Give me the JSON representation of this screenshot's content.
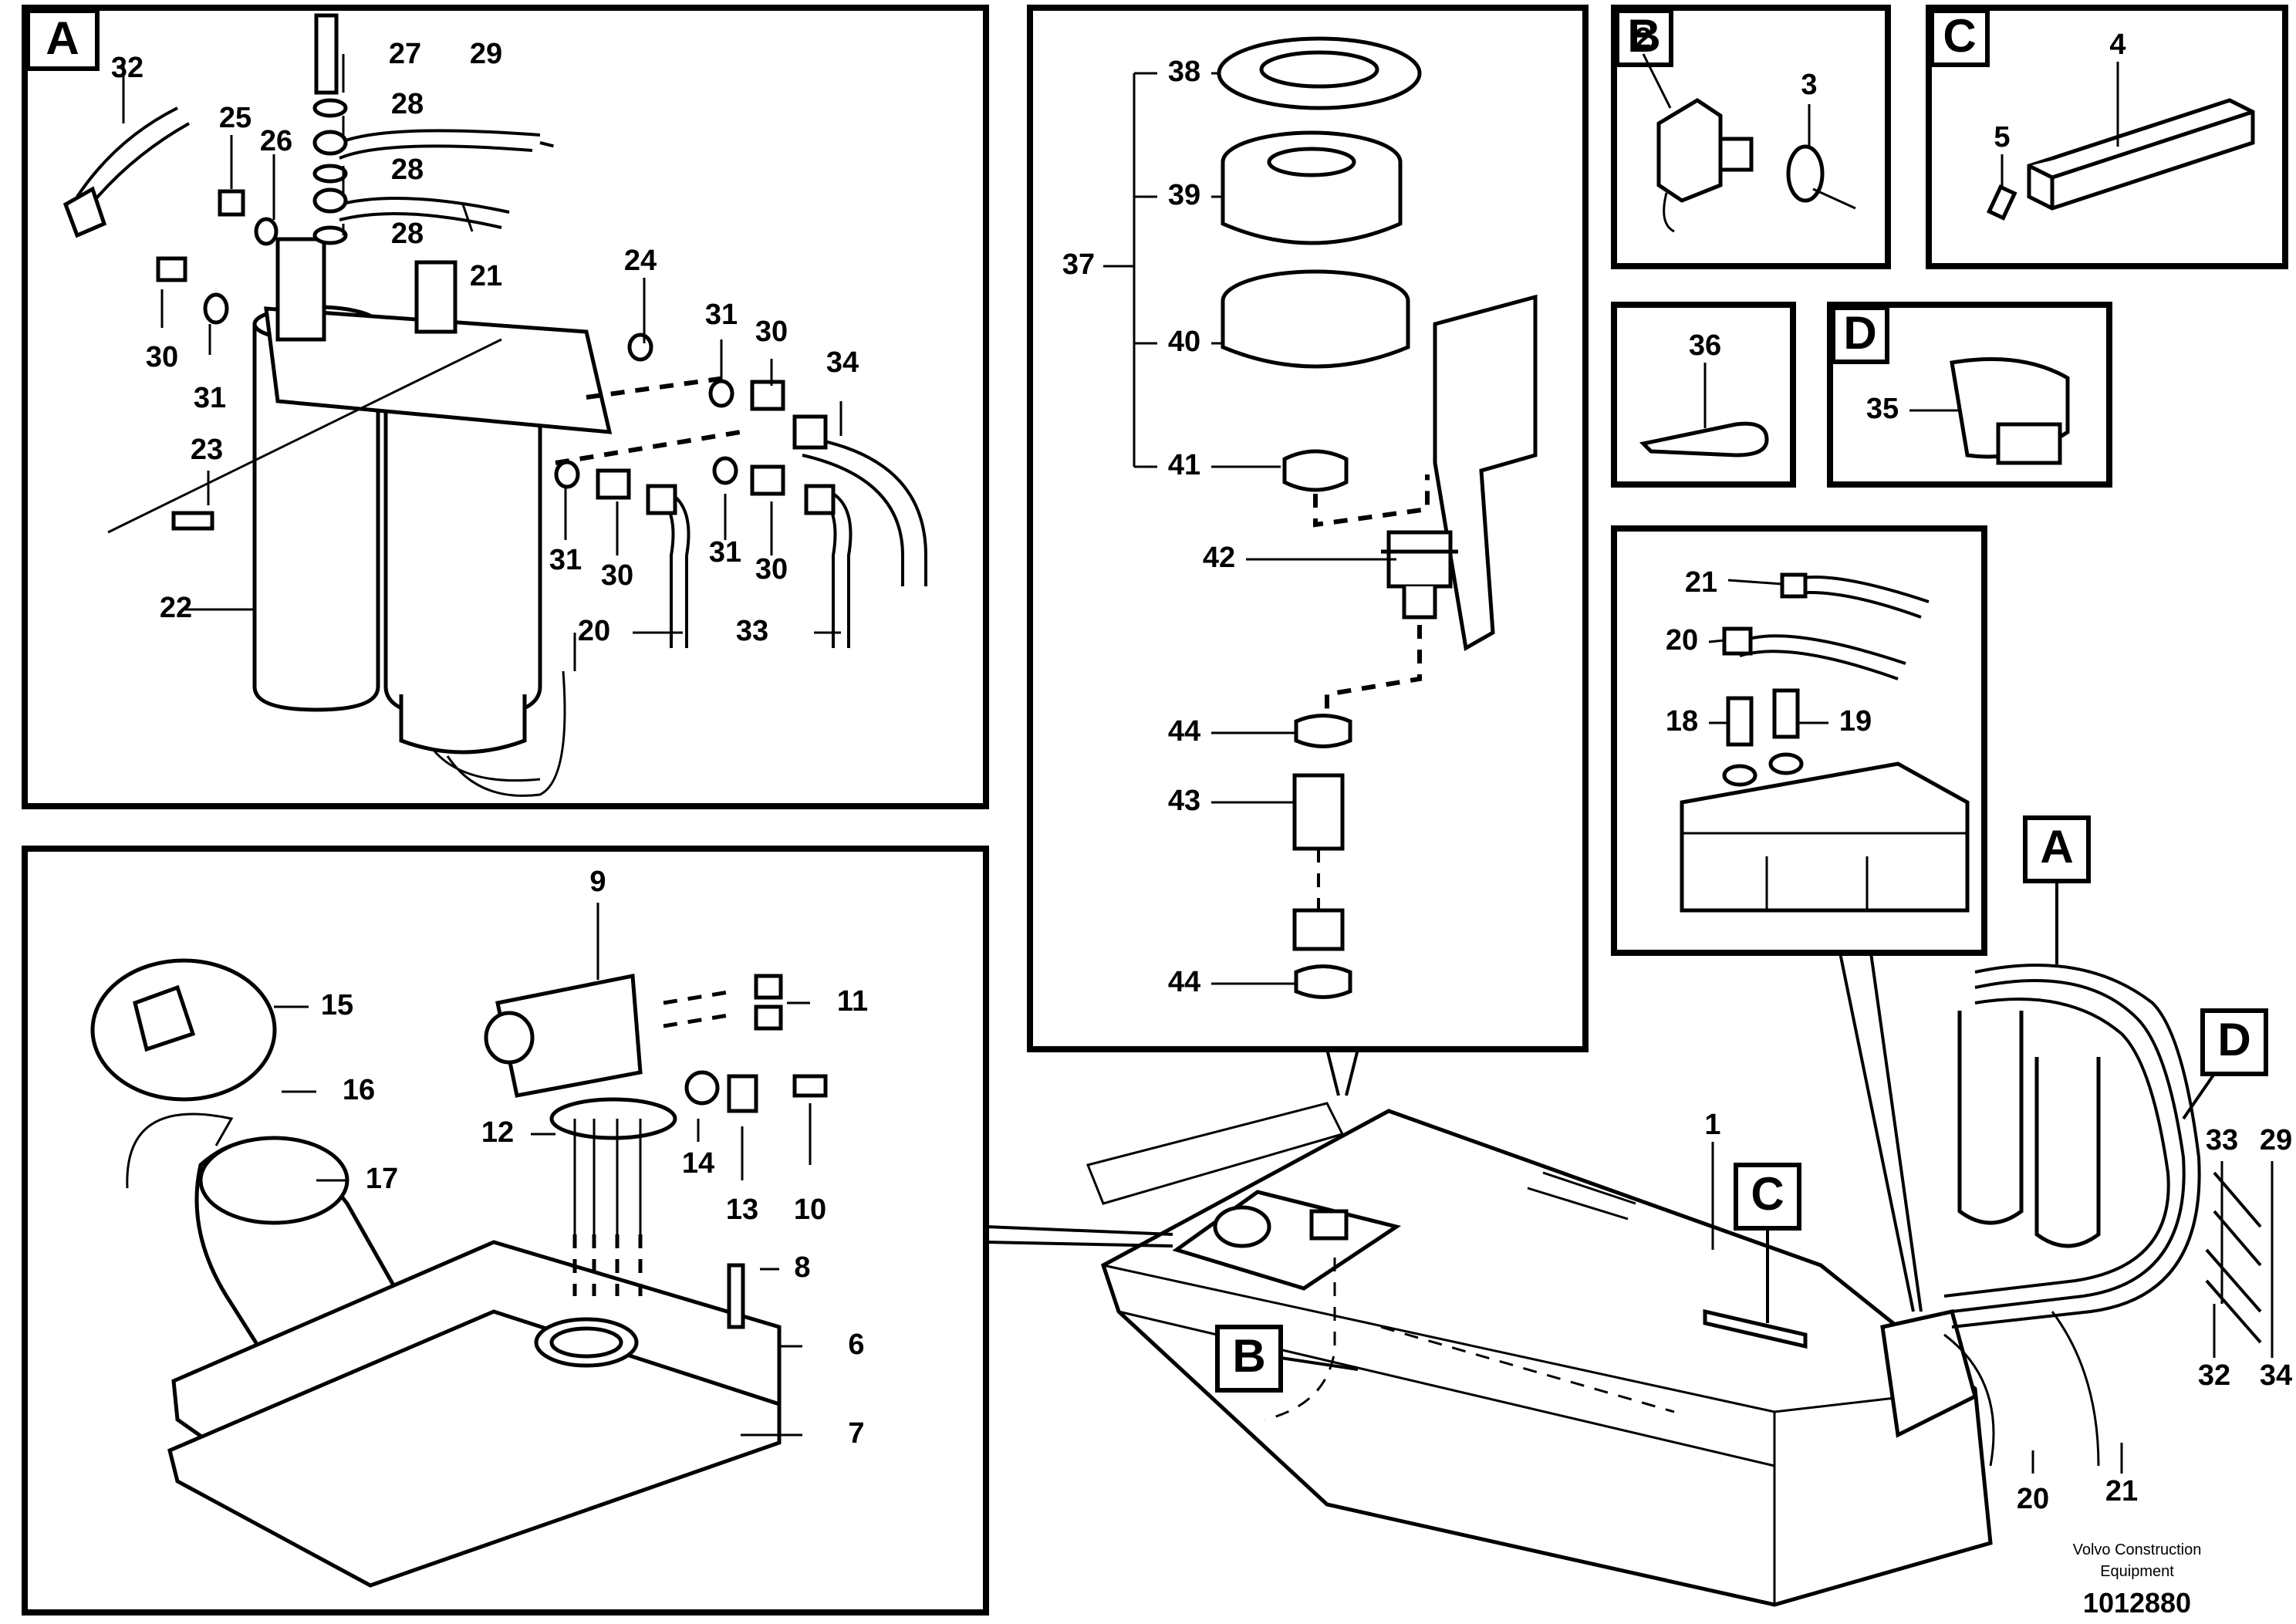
{
  "sections": {
    "A": "A",
    "B": "B",
    "C": "C",
    "D": "D"
  },
  "callouts": {
    "A": "A",
    "B": "B",
    "C": "C",
    "D": "D"
  },
  "parts": {
    "p1": "1",
    "p2": "2",
    "p3": "3",
    "p4": "4",
    "p5": "5",
    "p6": "6",
    "p7": "7",
    "p8": "8",
    "p9": "9",
    "p10": "10",
    "p11": "11",
    "p12": "12",
    "p13": "13",
    "p14": "14",
    "p15": "15",
    "p16": "16",
    "p17": "17",
    "p18": "18",
    "p19": "19",
    "p20": "20",
    "p21": "21",
    "p22": "22",
    "p23": "23",
    "p24": "24",
    "p25": "25",
    "p26": "26",
    "p27": "27",
    "p28": "28",
    "p29": "29",
    "p30": "30",
    "p31": "31",
    "p32": "32",
    "p33": "33",
    "p34": "34",
    "p35": "35",
    "p36": "36",
    "p37": "37",
    "p38": "38",
    "p39": "39",
    "p40": "40",
    "p41": "41",
    "p42": "42",
    "p43": "43",
    "p44": "44"
  },
  "footer": {
    "brand_line1": "Volvo Construction",
    "brand_line2": "Equipment",
    "doc_number": "1012880"
  }
}
